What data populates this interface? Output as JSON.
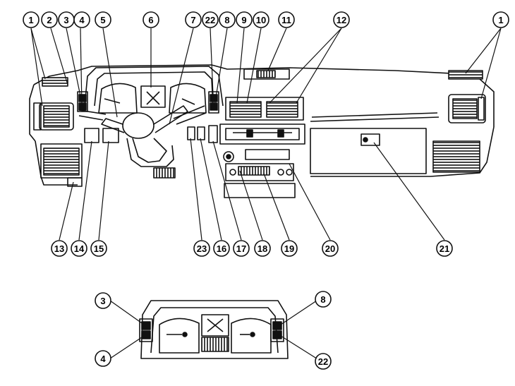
{
  "diagram": {
    "callouts_top_row": [
      "1",
      "2",
      "3",
      "4",
      "5",
      "6",
      "7",
      "22",
      "8",
      "9",
      "10",
      "11",
      "12",
      "1"
    ],
    "callouts_bottom_row": [
      "13",
      "14",
      "15",
      "23",
      "16",
      "17",
      "18",
      "19",
      "20",
      "21"
    ],
    "callouts_cluster_view": [
      "3",
      "4",
      "8",
      "22"
    ]
  }
}
